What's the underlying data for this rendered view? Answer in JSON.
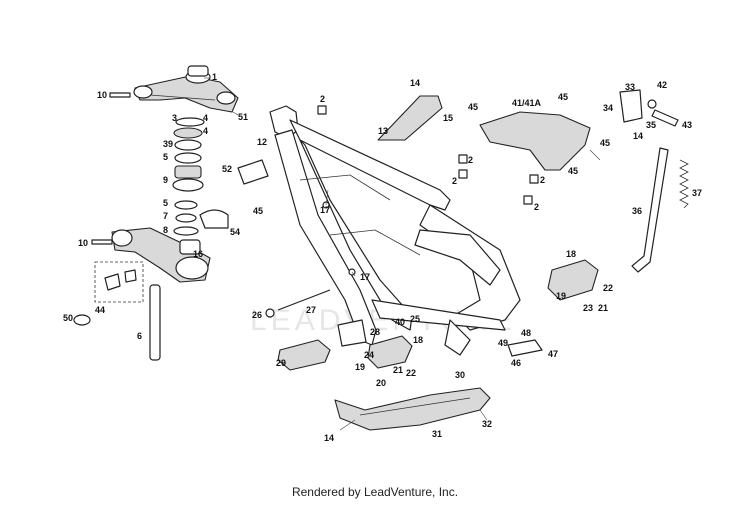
{
  "watermark": "LEADVENTURE",
  "footer": "Rendered by LeadVenture, Inc.",
  "callouts": [
    {
      "id": "c-1",
      "text": "1"
    },
    {
      "id": "c-10a",
      "text": "10"
    },
    {
      "id": "c-51",
      "text": "51"
    },
    {
      "id": "c-3",
      "text": "3"
    },
    {
      "id": "c-4a",
      "text": "4"
    },
    {
      "id": "c-4b",
      "text": "4"
    },
    {
      "id": "c-39",
      "text": "39"
    },
    {
      "id": "c-5a",
      "text": "5"
    },
    {
      "id": "c-9",
      "text": "9"
    },
    {
      "id": "c-5b",
      "text": "5"
    },
    {
      "id": "c-7",
      "text": "7"
    },
    {
      "id": "c-8",
      "text": "8"
    },
    {
      "id": "c-10b",
      "text": "10"
    },
    {
      "id": "c-16",
      "text": "16"
    },
    {
      "id": "c-54",
      "text": "54"
    },
    {
      "id": "c-44",
      "text": "44"
    },
    {
      "id": "c-50",
      "text": "50"
    },
    {
      "id": "c-6",
      "text": "6"
    },
    {
      "id": "c-52",
      "text": "52"
    },
    {
      "id": "c-45a",
      "text": "45"
    },
    {
      "id": "c-12",
      "text": "12"
    },
    {
      "id": "c-2a",
      "text": "2"
    },
    {
      "id": "c-17a",
      "text": "17"
    },
    {
      "id": "c-17b",
      "text": "17"
    },
    {
      "id": "c-14a",
      "text": "14"
    },
    {
      "id": "c-13",
      "text": "13"
    },
    {
      "id": "c-15",
      "text": "15"
    },
    {
      "id": "c-45b",
      "text": "45"
    },
    {
      "id": "c-4141a",
      "text": "41/41A"
    },
    {
      "id": "c-45c",
      "text": "45"
    },
    {
      "id": "c-45d",
      "text": "45"
    },
    {
      "id": "c-45e",
      "text": "45"
    },
    {
      "id": "c-2b",
      "text": "2"
    },
    {
      "id": "c-2c",
      "text": "2"
    },
    {
      "id": "c-2d",
      "text": "2"
    },
    {
      "id": "c-2e",
      "text": "2"
    },
    {
      "id": "c-33",
      "text": "33"
    },
    {
      "id": "c-42",
      "text": "42"
    },
    {
      "id": "c-34",
      "text": "34"
    },
    {
      "id": "c-35",
      "text": "35"
    },
    {
      "id": "c-43",
      "text": "43"
    },
    {
      "id": "c-14b",
      "text": "14"
    },
    {
      "id": "c-37",
      "text": "37"
    },
    {
      "id": "c-36",
      "text": "36"
    },
    {
      "id": "c-18a",
      "text": "18"
    },
    {
      "id": "c-19a",
      "text": "19"
    },
    {
      "id": "c-22a",
      "text": "22"
    },
    {
      "id": "c-23",
      "text": "23"
    },
    {
      "id": "c-21a",
      "text": "21"
    },
    {
      "id": "c-26",
      "text": "26"
    },
    {
      "id": "c-27",
      "text": "27"
    },
    {
      "id": "c-40",
      "text": "40"
    },
    {
      "id": "c-25",
      "text": "25"
    },
    {
      "id": "c-28",
      "text": "28"
    },
    {
      "id": "c-18b",
      "text": "18"
    },
    {
      "id": "c-24",
      "text": "24"
    },
    {
      "id": "c-29",
      "text": "29"
    },
    {
      "id": "c-19b",
      "text": "19"
    },
    {
      "id": "c-21b",
      "text": "21"
    },
    {
      "id": "c-22b",
      "text": "22"
    },
    {
      "id": "c-20",
      "text": "20"
    },
    {
      "id": "c-49",
      "text": "49"
    },
    {
      "id": "c-48",
      "text": "48"
    },
    {
      "id": "c-46",
      "text": "46"
    },
    {
      "id": "c-47",
      "text": "47"
    },
    {
      "id": "c-30",
      "text": "30"
    },
    {
      "id": "c-32",
      "text": "32"
    },
    {
      "id": "c-14c",
      "text": "14"
    },
    {
      "id": "c-31",
      "text": "31"
    }
  ]
}
